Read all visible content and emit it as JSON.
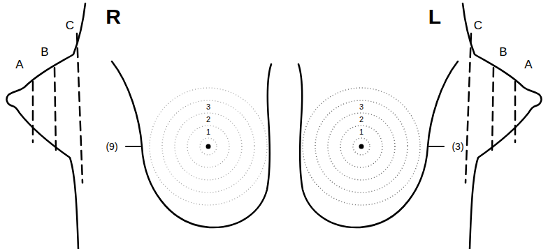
{
  "diagram": {
    "labels": [
      "A",
      "B",
      "C",
      "R",
      "L",
      "C",
      "B",
      "A",
      "3",
      "2",
      "1",
      "3",
      "2",
      "1",
      "(9)",
      "(3)"
    ]
  }
}
